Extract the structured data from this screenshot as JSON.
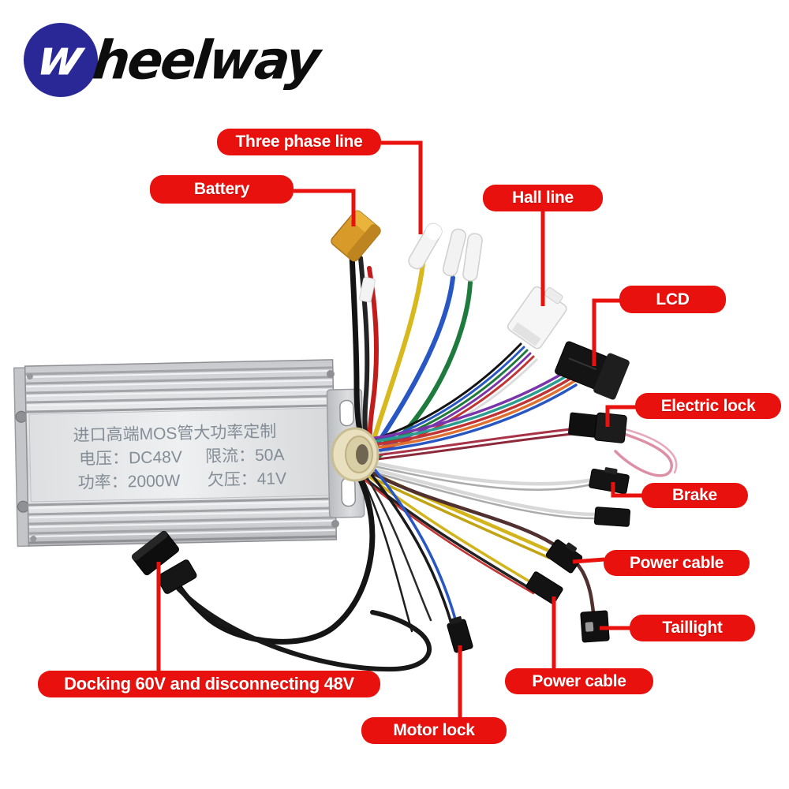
{
  "brand": {
    "name": "Wheelway",
    "logo_monogram": "w",
    "logo_wordmark": "heelway"
  },
  "controller": {
    "title": "进口高端MOS管大功率定制",
    "specs": {
      "voltage": "电压：DC48V",
      "current_limit": "限流：50A",
      "power": "功率：2000W",
      "undervoltage": "欠压：41V"
    }
  },
  "annotations": {
    "three_phase": "Three phase line",
    "battery": "Battery",
    "hall": "Hall line",
    "lcd": "LCD",
    "electric_lock": "Electric lock",
    "brake": "Brake",
    "power_cable_right": "Power cable",
    "taillight": "Taillight",
    "power_cable_bottom": "Power cable",
    "docking": "Docking 60V and disconnecting 48V",
    "motor_lock": "Motor lock"
  },
  "colors": {
    "label_red": "#e8110d",
    "logo_blue": "#2a2896",
    "wire_battery_red": "#c21d1d",
    "wire_phase_yellow": "#d8b81c",
    "wire_phase_blue": "#2857c4",
    "wire_phase_green": "#1f7a3d",
    "wire_electric_lock_pink": "#dd8fa5",
    "connector_xt60_yellow": "#d89a28"
  }
}
